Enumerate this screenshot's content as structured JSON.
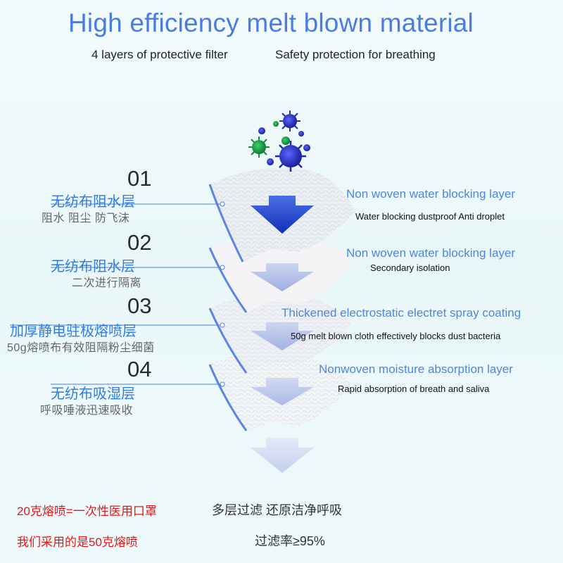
{
  "title": "High efficiency melt blown material",
  "subtitle_left": "4 layers of protective filter",
  "subtitle_right": "Safety protection for breathing",
  "layers": [
    {
      "num": "01",
      "cn_title": "无纺布阻水层",
      "cn_sub": "阻水  阻尘  防飞沫",
      "en_title": "Non woven water blocking layer",
      "en_sub": "Water blocking dustproof Anti droplet"
    },
    {
      "num": "02",
      "cn_title": "无纺布阻水层",
      "cn_sub": "二次进行隔离",
      "en_title": "Non woven water blocking layer",
      "en_sub": "Secondary isolation"
    },
    {
      "num": "03",
      "cn_title": "加厚静电驻极熔喷层",
      "cn_sub": "50g熔喷布有效阻隔粉尘细菌",
      "en_title": "Thickened electrostatic electret spray coating",
      "en_sub": "50g melt blown cloth effectively blocks dust bacteria"
    },
    {
      "num": "04",
      "cn_title": "无纺布吸湿层",
      "cn_sub": "呼吸唾液迅速吸收",
      "en_title": "Nonwoven moisture absorption layer",
      "en_sub": "Rapid absorption of breath and saliva"
    }
  ],
  "footer": {
    "red_line1": "20克熔喷=一次性医用口罩",
    "red_line2": "我们采用的是50克熔喷",
    "right_line1": "多层过滤  还原洁净呼吸",
    "right_line2": "过滤率≥95%"
  },
  "colors": {
    "title_blue": "#4a7de0",
    "accent_blue": "#2f7be6",
    "red": "#e41818",
    "arrow_blue": "#1f3fc8"
  },
  "icons": [
    "virus-cluster-icon",
    "arrow-down-icon"
  ]
}
